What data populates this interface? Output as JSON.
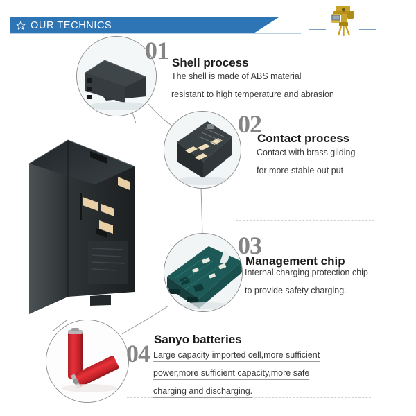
{
  "header": {
    "title": "OUR TECHNICS",
    "star_icon": "star-icon",
    "accent_color": "#2e75b6",
    "emblem_icon": "surveying-instrument-icon"
  },
  "hero": {
    "icon": "battery-pack-product-image",
    "alt": "Rechargeable battery pack"
  },
  "steps": [
    {
      "number": "01",
      "title": "Shell process",
      "lines": [
        "The shell is made of ABS material",
        "resistant to high temperature and abrasion"
      ],
      "circle_icon": "battery-shell-photo"
    },
    {
      "number": "02",
      "title": "Contact process",
      "lines": [
        "Contact with brass gilding",
        "for more stable out put"
      ],
      "circle_icon": "battery-contacts-photo"
    },
    {
      "number": "03",
      "title": "Management chip",
      "lines": [
        "Internal charging protection chip",
        "to provide safety charging."
      ],
      "circle_icon": "circuit-board-photo"
    },
    {
      "number": "04",
      "title": "Sanyo batteries",
      "lines": [
        "Large capacity imported cell,more sufficient",
        "power,more sufficient capacity,more safe",
        "charging and discharging."
      ],
      "circle_icon": "lithium-cells-photo"
    }
  ]
}
